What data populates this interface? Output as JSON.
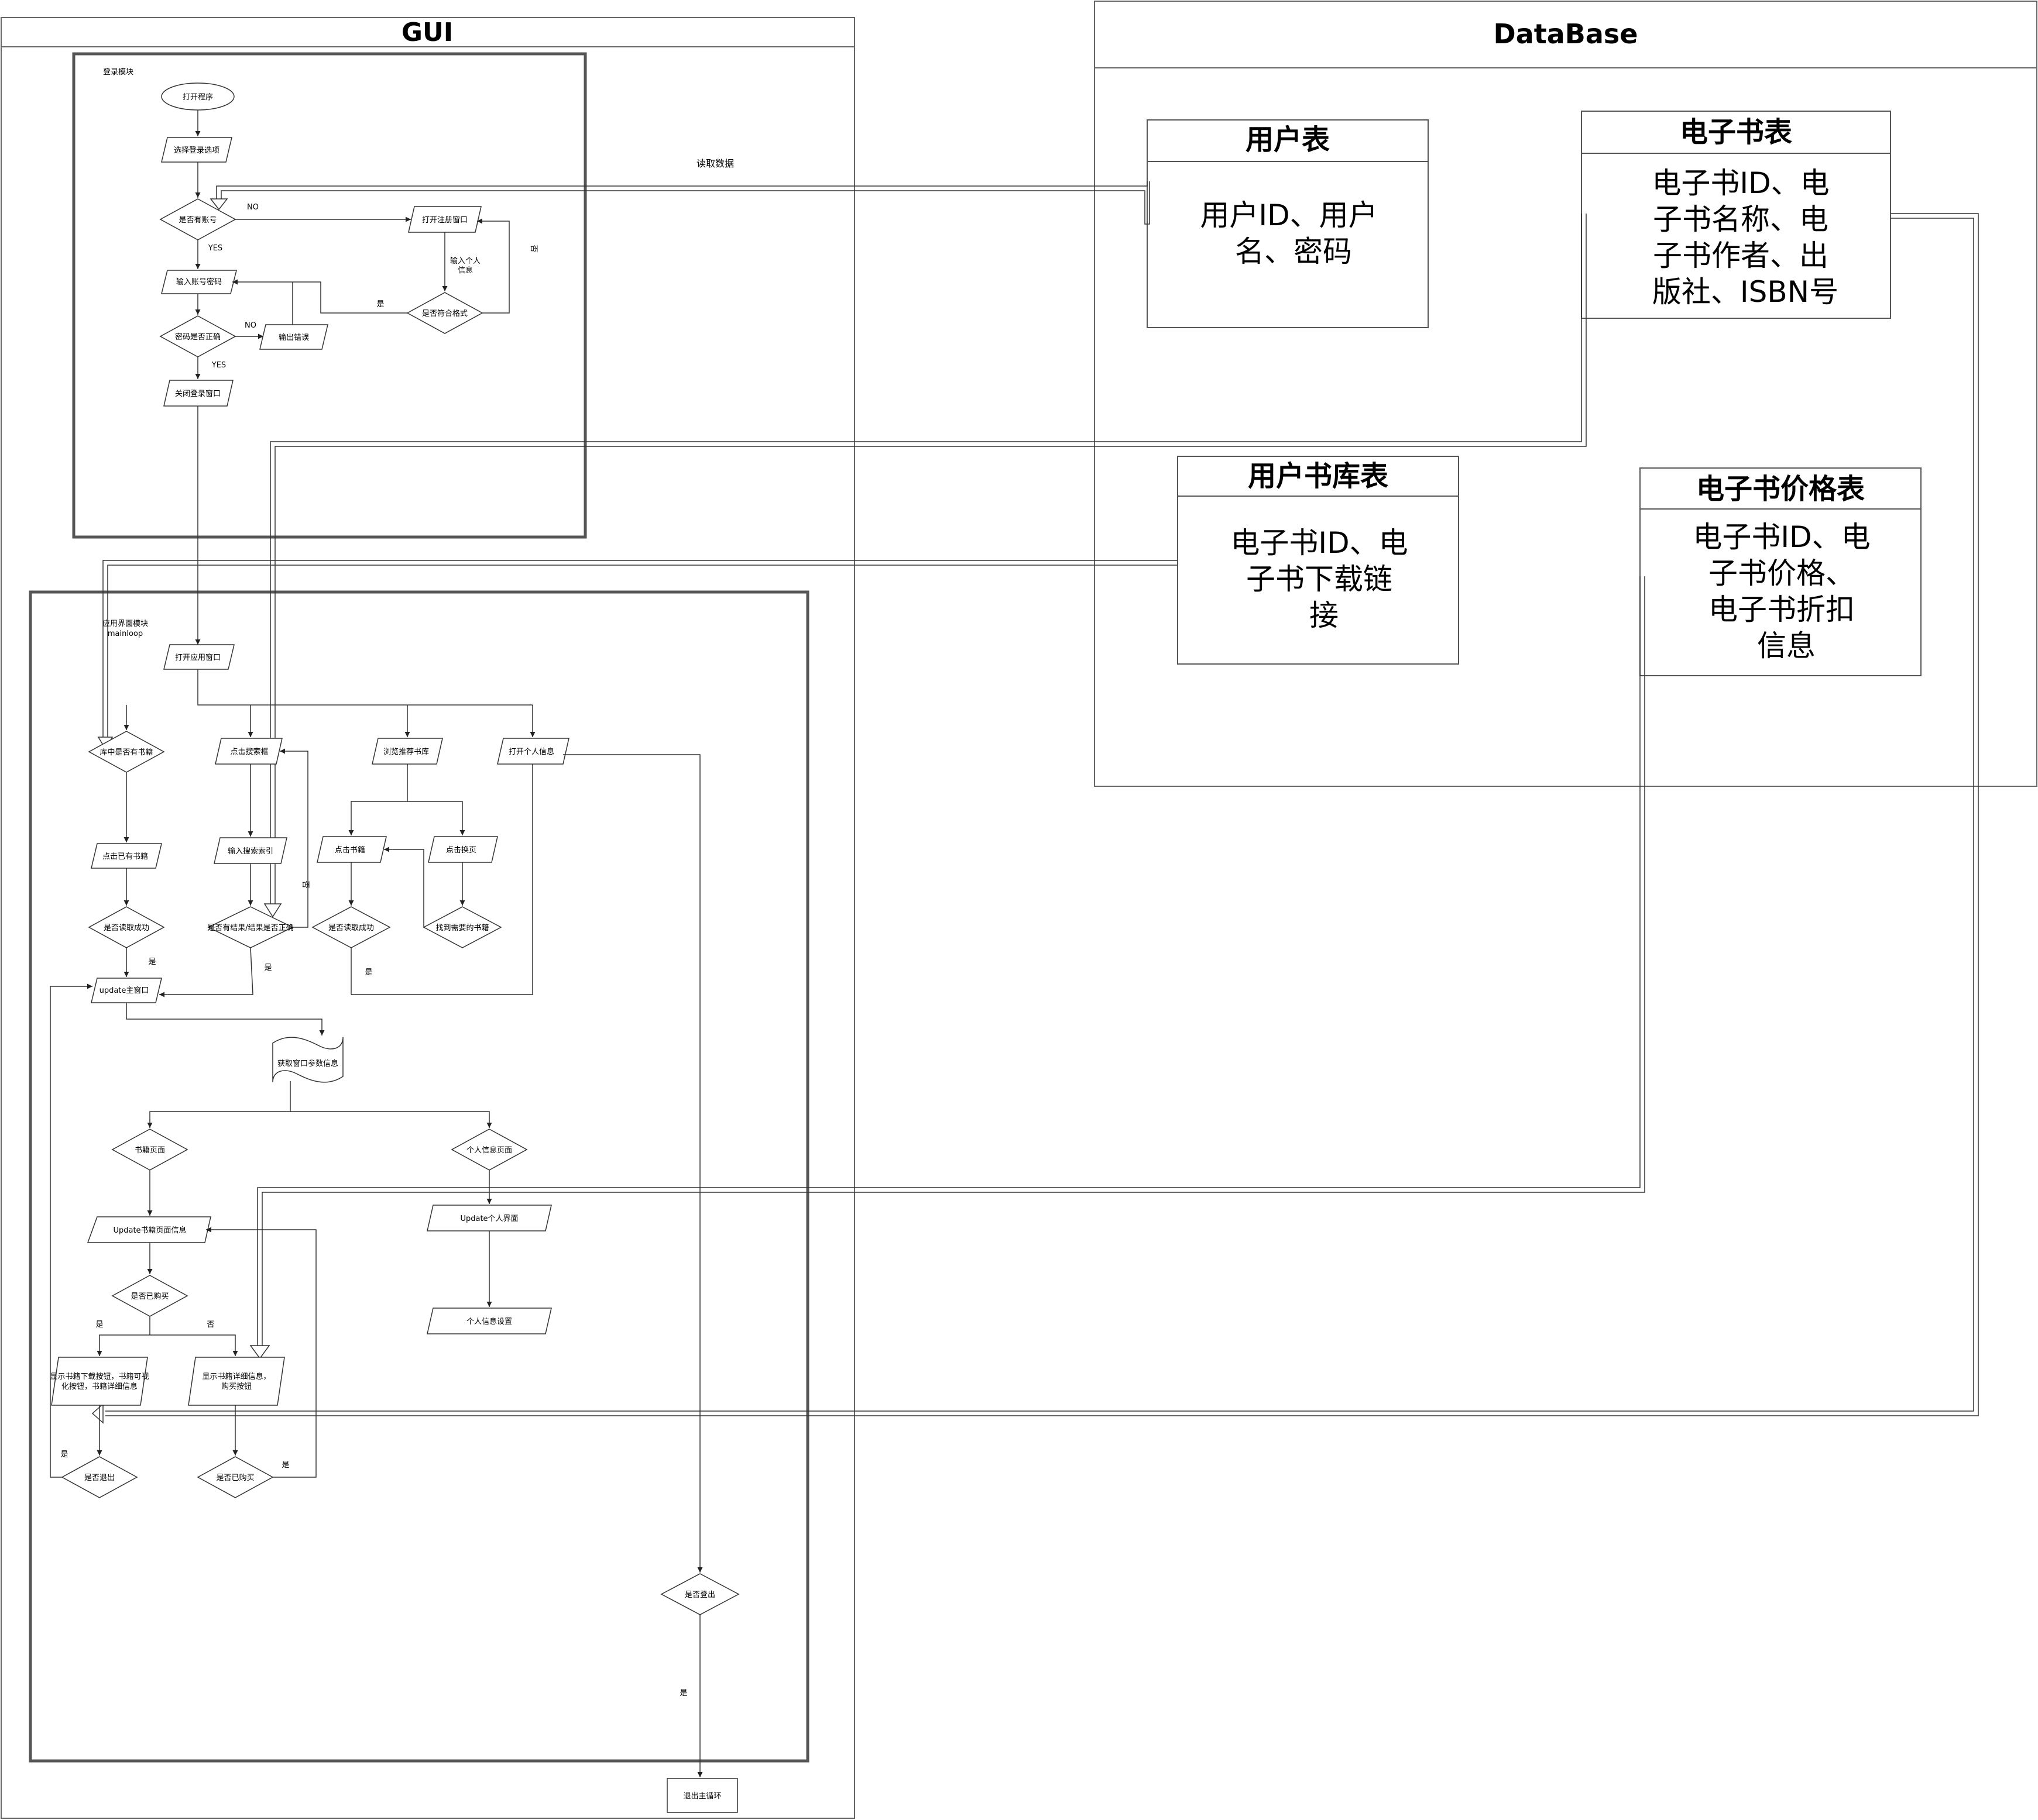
{
  "panels": {
    "gui_title": "GUI",
    "db_title": "DataBase",
    "read_data": "读取数据"
  },
  "login": {
    "module_label": "登录模块",
    "open_program": "打开程序",
    "choose_login": "选择登录选项",
    "has_account": "是否有账号",
    "no1": "NO",
    "yes1": "YES",
    "open_register": "打开注册窗口",
    "input_personal": "输入个人信息",
    "no_side": "否",
    "input_account": "输入账号密码",
    "format_ok": "是否符合格式",
    "yes_cn": "是",
    "pwd_correct": "密码是否正确",
    "no2": "NO",
    "output_error": "输出错误",
    "yes2": "YES",
    "close_login": "关闭登录窗口"
  },
  "main": {
    "module_label": "应用界面模块",
    "module_label2": "mainloop",
    "open_app": "打开应用窗口",
    "lib_has_book": "库中是否有书籍",
    "click_search": "点击搜索框",
    "browse_rec": "浏览推荐书库",
    "open_personal": "打开个人信息",
    "click_owned": "点击已有书籍",
    "input_search": "输入搜索索引",
    "click_book": "点击书籍",
    "click_page": "点击换页",
    "read_ok1": "是否读取成功",
    "search_result": "是否有结果/结果是否正确",
    "read_ok2": "是否读取成功",
    "found_book": "找到需要的书籍",
    "no_search": "否",
    "yes_a": "是",
    "yes_b": "是",
    "yes_c": "是",
    "update_main": "update主窗口",
    "get_params": "获取窗口参数信息",
    "book_page": "书籍页面",
    "personal_page": "个人信息页面",
    "update_book": "Update书籍页面信息",
    "update_personal": "Update个人界面",
    "bought": "是否已购买",
    "personal_settings": "个人信息设置",
    "yes_d": "是",
    "no_d": "否",
    "show_download": "显示书籍下载按钮，书籍可视化按钮，书籍详细信息",
    "show_detail": "显示书籍详细信息，购买按钮",
    "yes_e": "是",
    "exit_q": "是否退出",
    "buy_q": "是否已购买",
    "yes_f": "是",
    "logout_q": "是否登出",
    "yes_g": "是",
    "exit_loop": "退出主循环"
  },
  "tables": {
    "user": {
      "title": "用户表",
      "body": "用户ID、用户名、密码"
    },
    "ebook": {
      "title": "电子书表",
      "body": "电子书ID、电子书名称、电子书作者、出版社、ISBN号"
    },
    "library": {
      "title": "用户书库表",
      "body": "电子书ID、电子书下载链接"
    },
    "price": {
      "title": "电子书价格表",
      "body": "电子书ID、电子书价格、电子书折扣信息"
    }
  }
}
